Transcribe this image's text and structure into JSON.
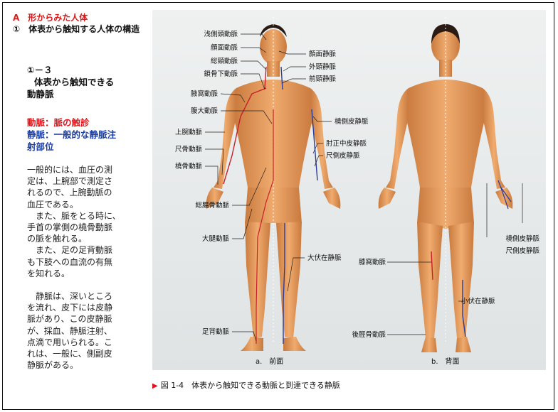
{
  "section": {
    "title": "A　形からみた人体",
    "subtitle": "①　体表から触知する人体の構造"
  },
  "heading": {
    "number": "①－３",
    "title_line1": "体表から触知できる",
    "title_line2": "動静脈"
  },
  "key_points": {
    "artery": "動脈：脈の触診",
    "vein_line1": "静脈：一般的な静脈注",
    "vein_line2": "射部位"
  },
  "body": {
    "p1": "一般的には、血圧の測\n定は、上腕部で測定さ\nれるので、上腕動脈の\n血圧である。\n　また、脈をとる時に、\n手首の掌側の橈骨動脈\nの脈を触れる。\n　また、足の足背動脈\nも下肢への血流の有無\nを知れる。",
    "p2": "　静脈は、深いところ\nを流れ、皮下には皮静\n脈があり、この皮静脈\nが、採血、静脈注射、\n点滴で用いられる。こ\nれは、一般に、側副皮\n静脈がある。"
  },
  "figure": {
    "front_caption": "a.　前面",
    "back_caption": "b.　背面",
    "front_left_labels": [
      "浅側頭動脈",
      "顔面動脈",
      "総頸動脈",
      "鎖骨下動脈",
      "腋窩動脈",
      "腹大動脈",
      "上腕動脈",
      "尺骨動脈",
      "橈骨動脈",
      "総腸骨動脈",
      "大腿動脈",
      "足背動脈"
    ],
    "front_right_labels": [
      "顔面静脈",
      "外頸静脈",
      "前頸静脈",
      "橈側皮静脈",
      "肘正中皮静脈",
      "尺側皮静脈",
      "大伏在静脈"
    ],
    "back_labels": [
      "橈側皮静脈",
      "尺側皮静脈",
      "膝窩動脈",
      "小伏在静脈",
      "後脛骨動脈"
    ]
  },
  "caption": {
    "marker": "▶",
    "text": "図 1-4　体表から触知できる動脈と到達できる静脈"
  },
  "colors": {
    "accent_red": "#e0141a",
    "accent_blue": "#1c3fa6",
    "skin": "#e8a064",
    "artery": "#c8202a",
    "vein": "#2a3c9a"
  }
}
